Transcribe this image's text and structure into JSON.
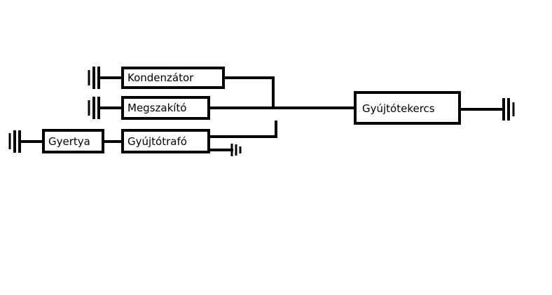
{
  "components": {
    "kondenzator": "Kondenzátor",
    "megszakito": "Megszakító",
    "gyujtotrafo": "Gyújtótrafó",
    "gyertya": "Gyertya",
    "gyujtotekercs": "Gyújtótekercs"
  },
  "colors": {
    "line": "#000000",
    "background": "#ffffff"
  }
}
